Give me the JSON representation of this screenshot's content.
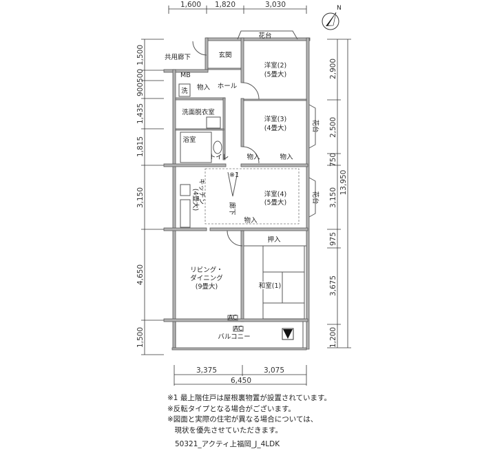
{
  "dimensions": {
    "top": [
      "1,600",
      "1,820",
      "3,030"
    ],
    "left": [
      "1,500",
      "500",
      "900",
      "1,435",
      "1,815",
      "3,150",
      "4,650",
      "1,500"
    ],
    "right": [
      "2,900",
      "2,500",
      "750",
      "3,150",
      "975",
      "3,675",
      "1,200"
    ],
    "right_total": "13,950",
    "bottom": [
      "3,375",
      "3,075"
    ],
    "bottom_total": "6,450"
  },
  "compass": {
    "label": "N"
  },
  "rooms": {
    "shared_corridor": "共用廊下",
    "entrance": "玄関",
    "western2_name": "洋室(2)",
    "western2_size": "(5畳大)",
    "mb": "MB",
    "wash": "洗",
    "storage_hall": "物入",
    "hall": "ホール",
    "dressing": "洗面脱衣室",
    "western3_name": "洋室(3)",
    "western3_size": "(4畳大)",
    "bath": "浴室",
    "toilet": "トイレ",
    "storage_a": "物入",
    "storage_b": "物入",
    "flower_top": "花台",
    "flower_right1": "花台",
    "flower_right2": "花台",
    "kitchen": "キッチン",
    "kitchen_size": "(4畳大)",
    "note_mark": "※1",
    "corridor": "廊下",
    "western4_name": "洋室(4)",
    "western4_size": "(5畳大)",
    "storage_c": "物入",
    "closet": "押入",
    "living1": "リビング・",
    "living2": "ダイニング",
    "living_size": "(9畳大)",
    "japanese": "和室(1)",
    "ac1": "AC",
    "ac2": "AC",
    "balcony": "バルコニー"
  },
  "notes": [
    "※1 最上階住戸は屋根裏物置が設置されています。",
    "※反転タイプとなる場合がございます。",
    "※図面と実際の住宅が異なる場合については、",
    "　現状を優先させていただきます。"
  ],
  "plan_code": "50321_アクティ上福岡_J_4LDK"
}
